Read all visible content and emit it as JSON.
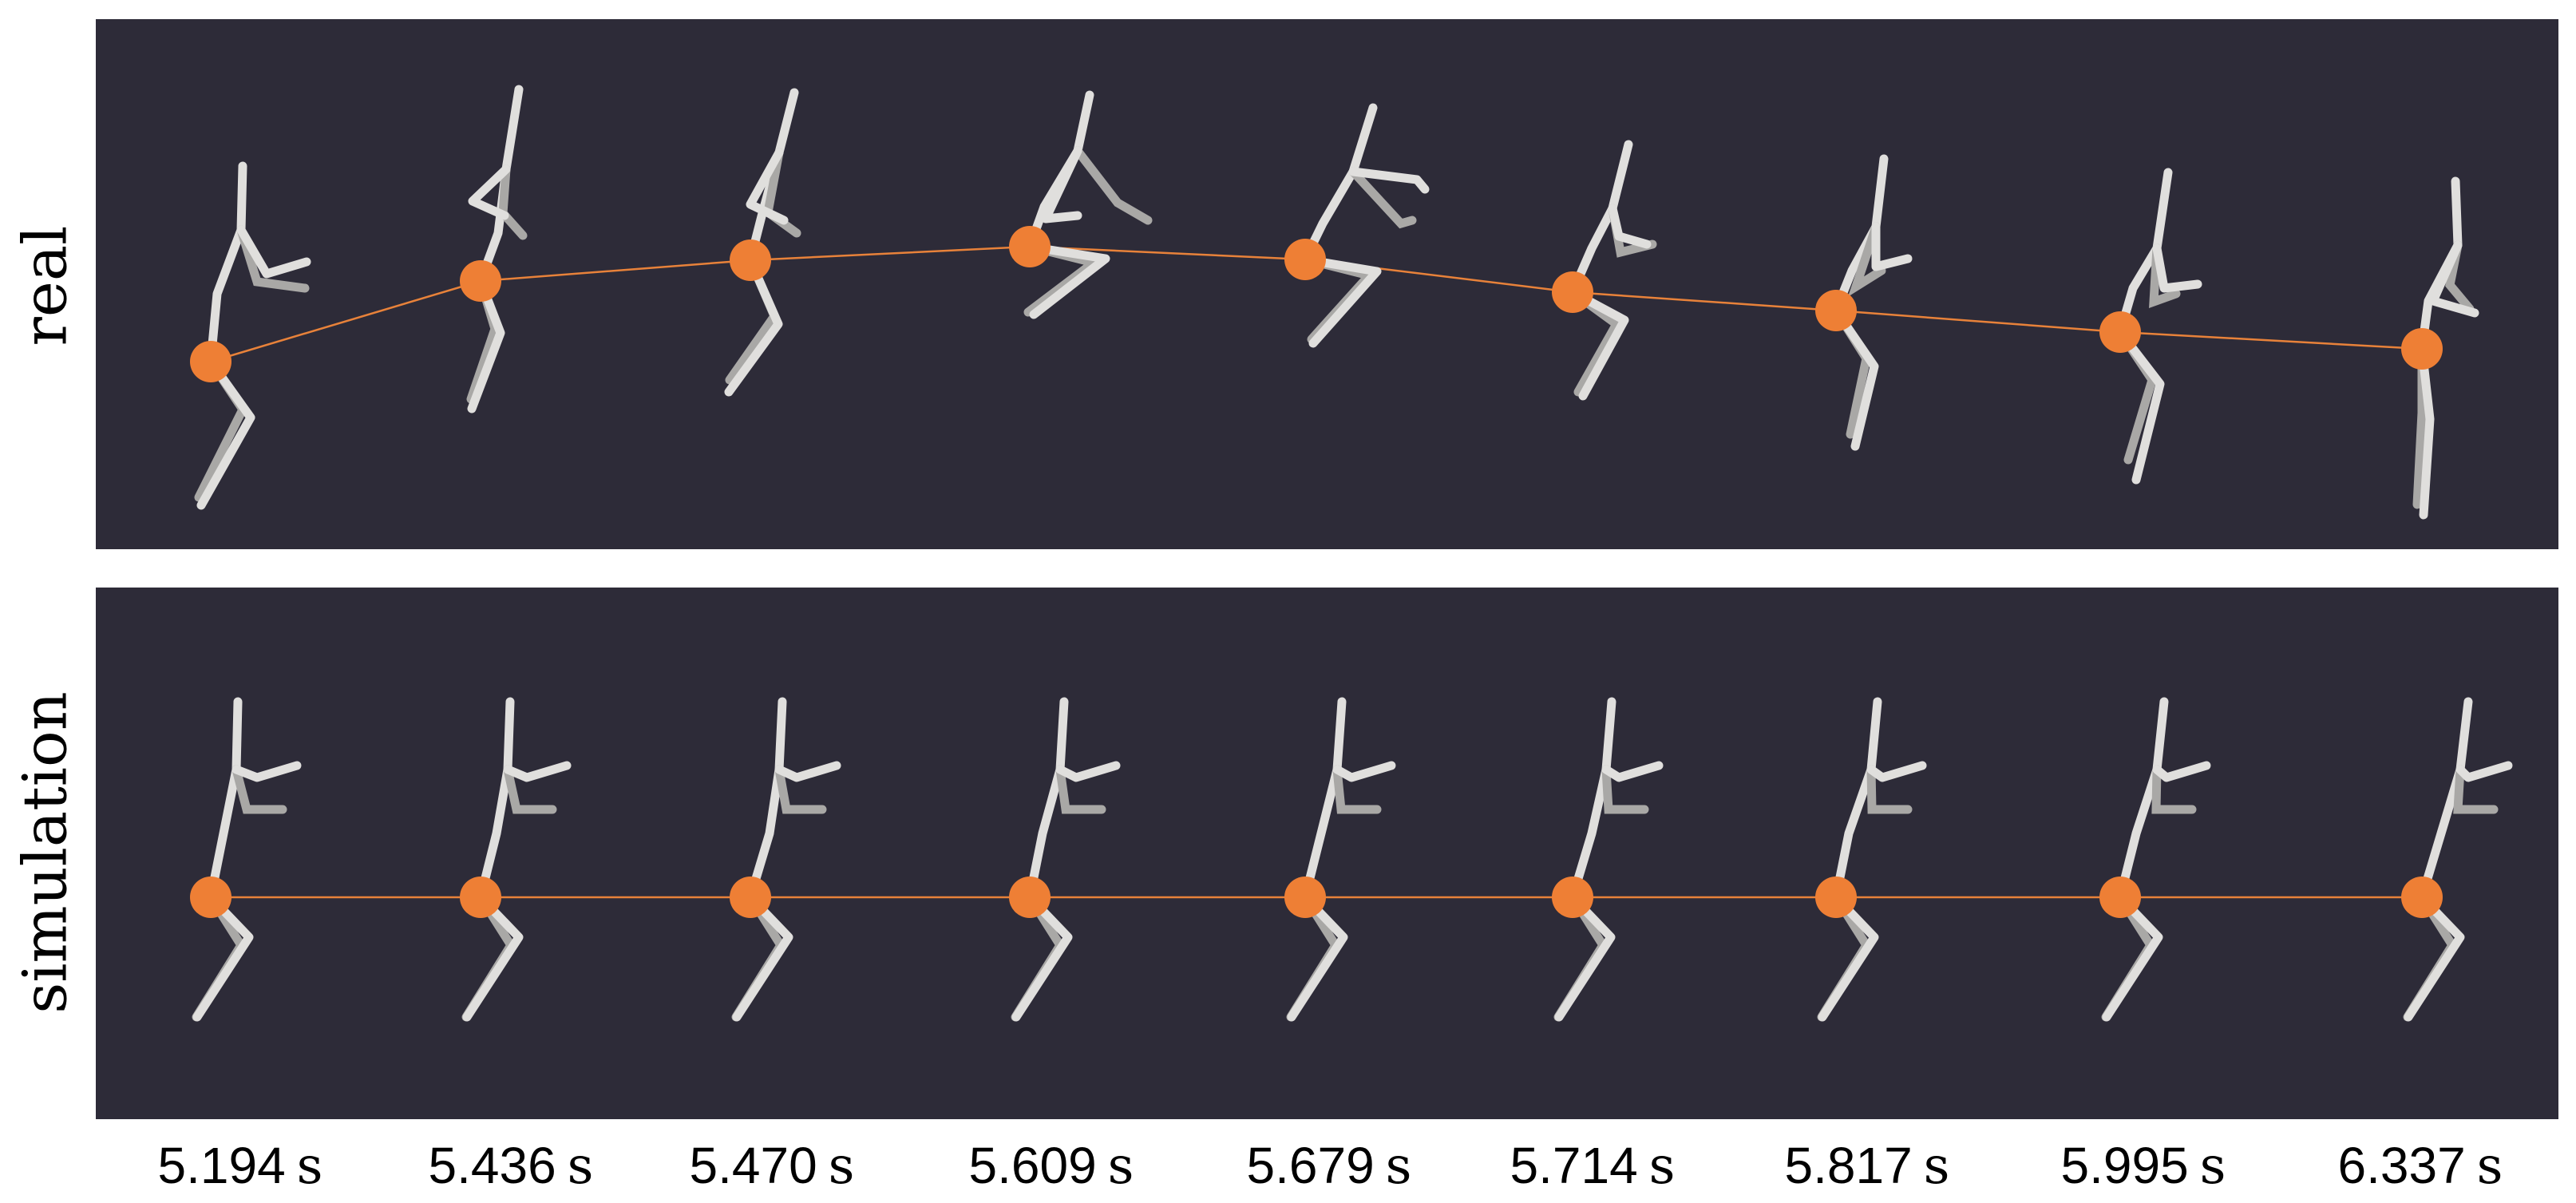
{
  "rows": [
    {
      "label": "real"
    },
    {
      "label": "simulation"
    }
  ],
  "time_unit": "s",
  "timestamps": [
    "5.194",
    "5.436",
    "5.470",
    "5.609",
    "5.679",
    "5.714",
    "5.817",
    "5.995",
    "6.337"
  ],
  "colors": {
    "panel_background": "#2d2b38",
    "bone": "#e0dfdd",
    "pelvis_marker": "#ee7f35",
    "trajectory": "#e8823a"
  }
}
